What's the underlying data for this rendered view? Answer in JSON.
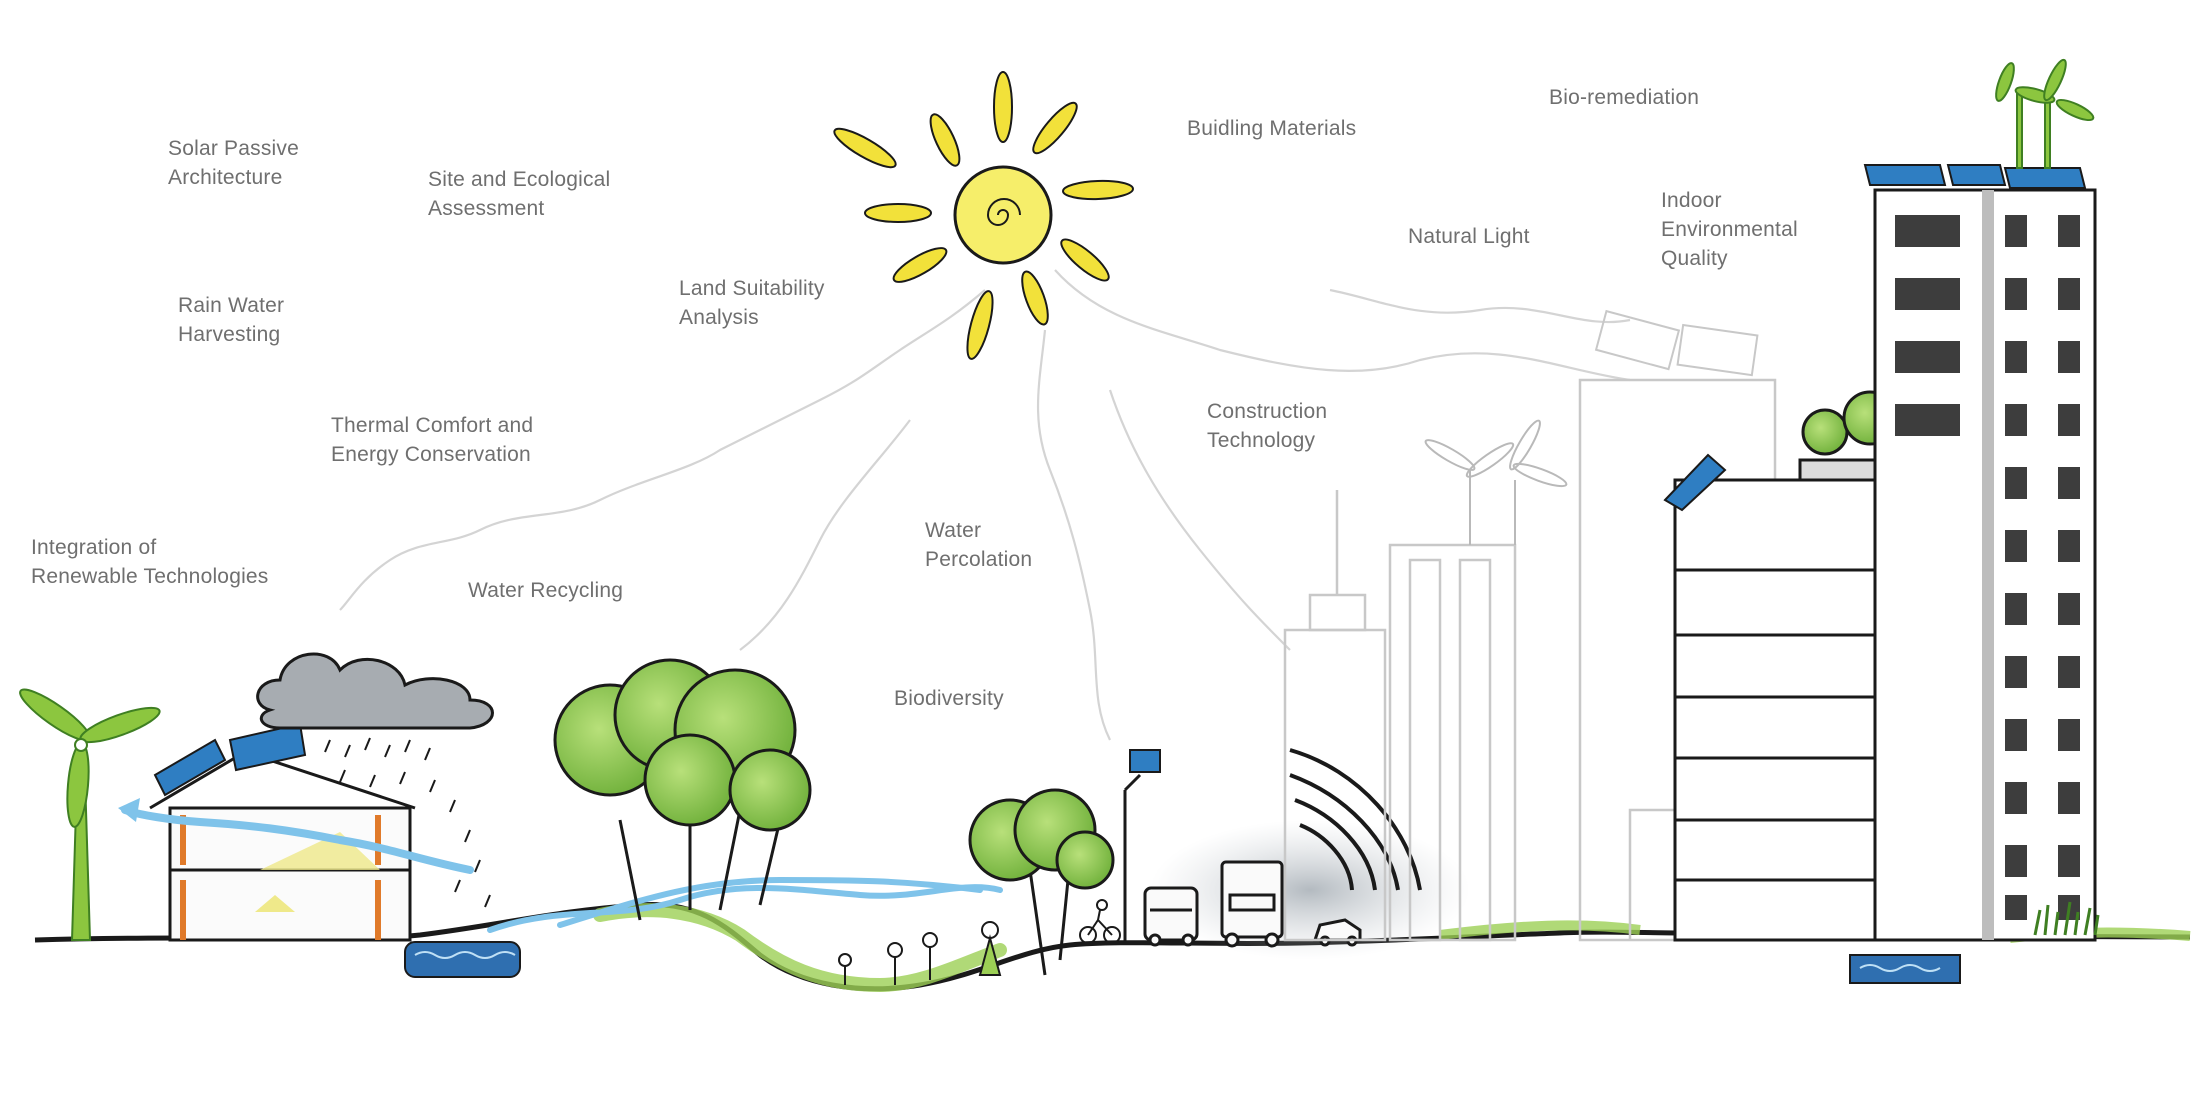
{
  "labels": {
    "solar_passive": "Solar Passive\nArchitecture",
    "site_ecological": "Site and Ecological\nAssessment",
    "rain_water": "Rain Water\nHarvesting",
    "land_suitability": "Land Suitability\nAnalysis",
    "thermal_comfort": "Thermal Comfort and\nEnergy Conservation",
    "integration_renewable": "Integration of\nRenewable Technologies",
    "water_recycling": "Water Recycling",
    "water_percolation": "Water\nPercolation",
    "biodiversity": "Biodiversity",
    "building_materials": "Buidling Materials",
    "bio_remediation": "Bio-remediation",
    "natural_light": "Natural Light",
    "indoor_env_quality": "Indoor\nEnvironmental\nQuality",
    "construction_tech": "Construction\nTechnology"
  },
  "colors": {
    "label_text": "#6f6f6f",
    "sun_core": "#f6ee6a",
    "sun_ray": "#f2e13a",
    "tree_green": "#8cc63f",
    "tree_dark": "#5a9a2a",
    "water_blue": "#2f6fb0",
    "air_flow": "#7fc3ea",
    "solar_panel": "#2f7ec2",
    "ground_green": "#9ccf55",
    "faint_line": "#d4d4d4",
    "ink": "#1a1a1a"
  },
  "icons": [
    "sun-icon",
    "rain-cloud-icon",
    "wind-turbine-icon",
    "solar-panel-icon",
    "tree-icon",
    "street-lamp-icon",
    "bus-icon",
    "truck-icon",
    "car-icon",
    "bicycle-icon",
    "grass-icon"
  ]
}
